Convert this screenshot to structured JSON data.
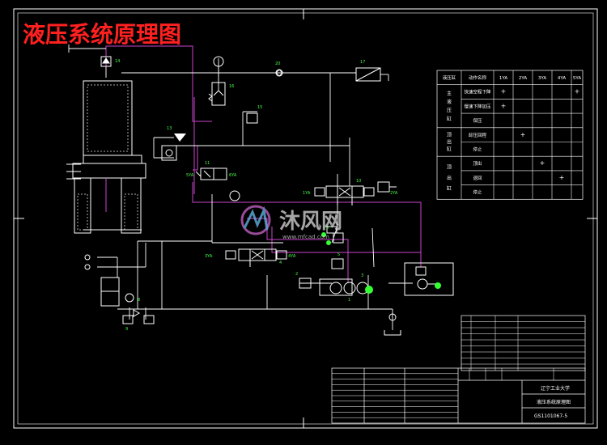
{
  "title": "液压系统原理图",
  "labels": {
    "l_1": "16",
    "l_2": "20",
    "l_3": "17",
    "l_4": "15",
    "l_5": "13",
    "l_6": "11",
    "l_7": "10",
    "l_8": "6",
    "l_9": "5",
    "l_10": "4",
    "l_11": "3",
    "l_12": "2",
    "l_13": "1",
    "l_14": "8",
    "l_15": "9",
    "l_16": "14",
    "l_17": "1YA",
    "l_18": "2YA",
    "l_19": "3YA",
    "l_20": "4YA",
    "l_21": "5YA",
    "l_22": "6YA"
  },
  "table": {
    "headers": [
      "液压缸",
      "动作名称",
      "1YA",
      "2YA",
      "3YA",
      "4YA",
      "5YA"
    ],
    "groups": [
      {
        "name": "主液压缸",
        "rows": 3
      },
      {
        "name": "顶出缸",
        "rows": 3
      },
      {
        "name": "顶出缸",
        "rows": 3
      }
    ],
    "rows": [
      {
        "action": "快速空程下降",
        "marks": [
          "+",
          "",
          "",
          "",
          "+"
        ]
      },
      {
        "action": "慢速下降加压",
        "marks": [
          "+",
          "",
          "",
          "",
          ""
        ]
      },
      {
        "action": "保压",
        "marks": [
          "",
          "",
          "",
          "",
          ""
        ]
      },
      {
        "action": "卸压回程",
        "marks": [
          "",
          "+",
          "",
          "",
          ""
        ]
      },
      {
        "action": "停止",
        "marks": [
          "",
          "",
          "",
          "",
          ""
        ]
      },
      {
        "action": "顶出",
        "marks": [
          "",
          "",
          "+",
          "",
          ""
        ]
      },
      {
        "action": "退回",
        "marks": [
          "",
          "",
          "",
          "+",
          ""
        ]
      },
      {
        "action": "停止",
        "marks": [
          "",
          "",
          "",
          "",
          ""
        ]
      }
    ]
  },
  "titleblock": {
    "school": "辽宁工业大学",
    "drawing_name": "液压系统原理图",
    "drawing_no": "GS1101067-5"
  },
  "watermark": "沐风网",
  "watermark_url": "www.mfcad.com",
  "colors": {
    "line": "#ffffff",
    "oil": "#cc44cc",
    "green": "#33ff33",
    "title": "#ff2020",
    "table": "#ffffff",
    "label": "#44ff44"
  }
}
